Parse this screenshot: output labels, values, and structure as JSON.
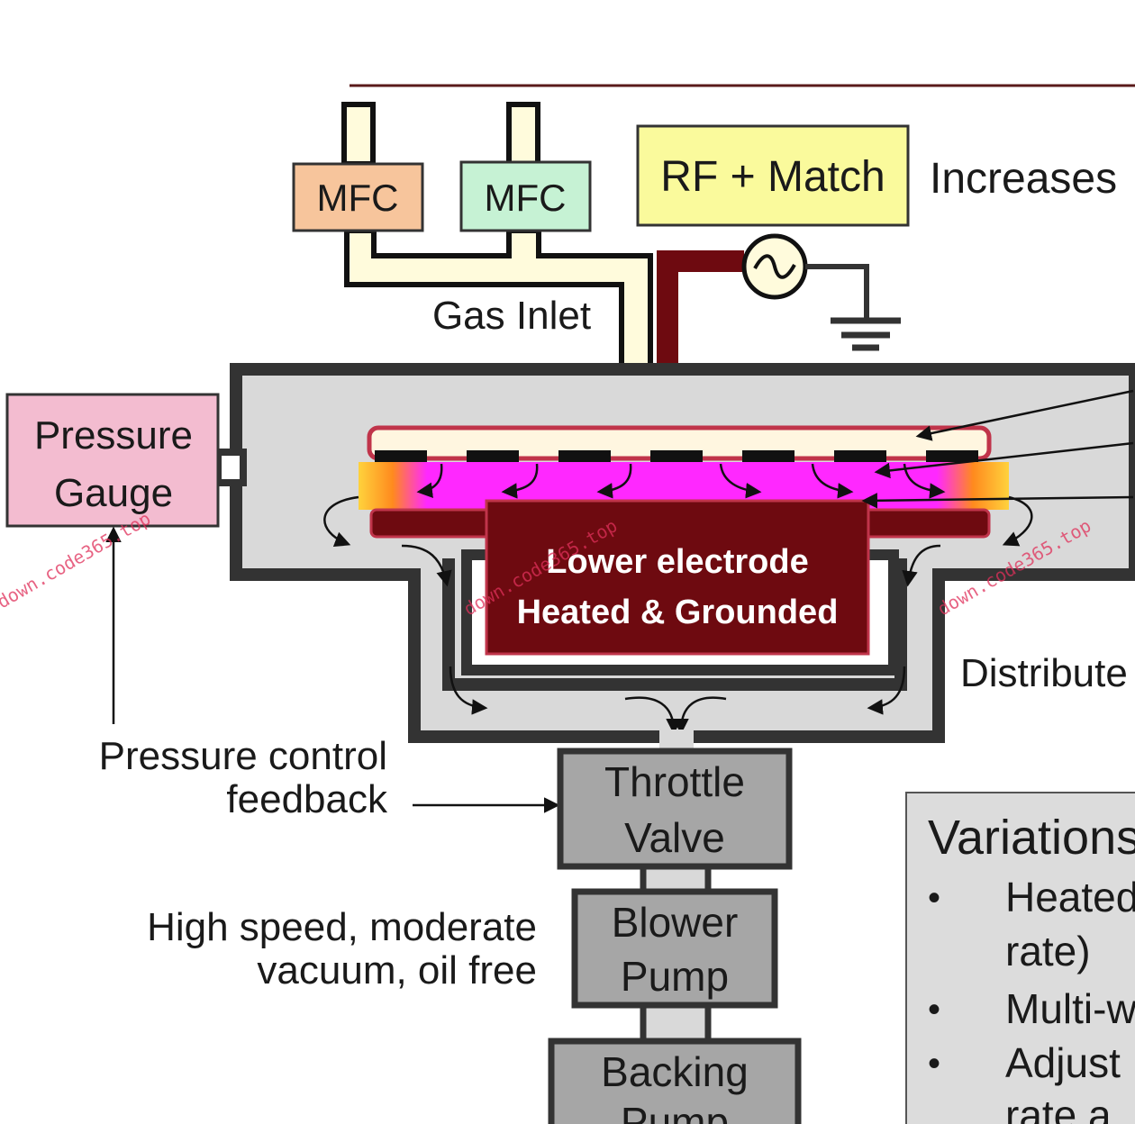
{
  "labels": {
    "mfc1": "MFC",
    "mfc2": "MFC",
    "rf_match": "RF + Match",
    "increases": "Increases",
    "gas_inlet": "Gas Inlet",
    "pressure_gauge_line1": "Pressure",
    "pressure_gauge_line2": "Gauge",
    "lower_electrode_line1": "Lower electrode",
    "lower_electrode_line2": "Heated & Grounded",
    "distribute": "Distribute",
    "pressure_control_line1": "Pressure control",
    "pressure_control_line2": "feedback",
    "throttle_line1": "Throttle",
    "throttle_line2": "Valve",
    "blower_line1": "Blower",
    "blower_line2": "Pump",
    "backing_line1": "Backing",
    "backing_line2": "Pump",
    "pump_note_line1": "High speed, moderate",
    "pump_note_line2": "vacuum, oil free",
    "variations_title": "Variations",
    "variations_item1_line1": "Heated",
    "variations_item1_line2": "rate)",
    "variations_item2": "Multi-w",
    "variations_item3_line1": "Adjust",
    "variations_item3_line2": "rate a",
    "bullet": "•"
  },
  "watermarks": [
    "down.code365.top",
    "down.code365.top",
    "down.code365.top"
  ],
  "colors": {
    "mfc1_fill": "#f7c59c",
    "mfc2_fill": "#c6f2d4",
    "rf_fill": "#fafa9c",
    "gauge_fill": "#f3bcd0",
    "chamber_fill": "#d9d9d9",
    "chamber_wall": "#333333",
    "electrode": "#6e0a10",
    "plasma": "#ff28ff",
    "gas_pipe": "#fffbdc",
    "pump_fill": "#a6a6a6",
    "variations_fill": "#dcdcdc"
  }
}
